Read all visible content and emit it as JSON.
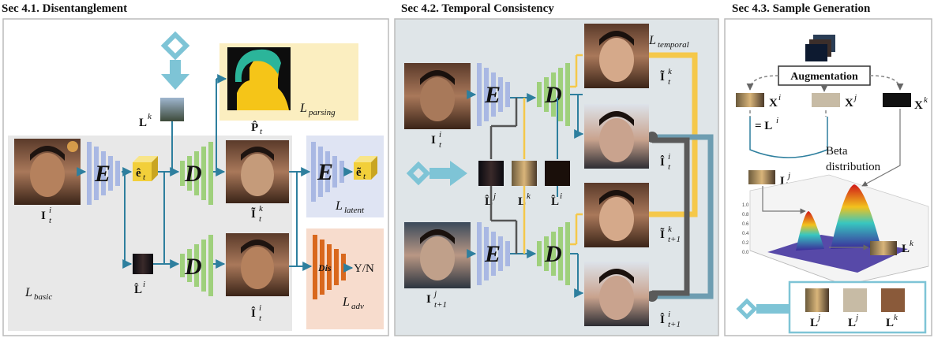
{
  "sections": {
    "s1_title": "Sec 4.1. Disentanglement",
    "s2_title": "Sec 4.2. Temporal Consistency",
    "s3_title": "Sec 4.3. Sample Generation"
  },
  "disentanglement": {
    "encoder": "E",
    "decoder": "D",
    "decoder2": "D",
    "encoder2": "E",
    "dis": "Dis",
    "yn": "Y/N",
    "input": {
      "base": "I",
      "sup": "i",
      "sub": "t"
    },
    "target_light": {
      "base": "L",
      "sup": "k"
    },
    "latent": {
      "base": "ê",
      "sub": "t"
    },
    "latent2": {
      "base": "ẽ",
      "sub": "t"
    },
    "est_light": {
      "base": "L̂",
      "sup": "i"
    },
    "relit": {
      "base": "Ĩ",
      "sup": "k",
      "sub": "t"
    },
    "recon": {
      "base": "Î",
      "sup": "i",
      "sub": "t"
    },
    "parsing_out": {
      "base": "P̂",
      "sub": "t"
    },
    "loss_parsing": {
      "base": "L",
      "sub": "parsing"
    },
    "loss_latent": {
      "base": "L",
      "sub": "latent"
    },
    "loss_basic": {
      "base": "L",
      "sub": "basic"
    },
    "loss_adv": {
      "base": "L",
      "sub": "adv"
    }
  },
  "temporal": {
    "encoder_top": "E",
    "decoder_top": "D",
    "encoder_bot": "E",
    "decoder_bot": "D",
    "in_top": {
      "base": "I",
      "sup": "i",
      "sub": "t"
    },
    "in_bot": {
      "base": "I",
      "sup": "j",
      "sub": "t+1"
    },
    "light_j": {
      "base": "L̂",
      "sup": "j"
    },
    "light_k": {
      "base": "L",
      "sup": "k"
    },
    "light_i": {
      "base": "L̂",
      "sup": "i"
    },
    "out1": {
      "base": "Ĩ",
      "sup": "k",
      "sub": "t"
    },
    "out2": {
      "base": "Î",
      "sup": "i",
      "sub": "t"
    },
    "out3": {
      "base": "Ĩ",
      "sup": "k",
      "sub": "t+1"
    },
    "out4": {
      "base": "Î",
      "sup": "i",
      "sub": "t+1"
    },
    "loss_temporal": {
      "base": "L",
      "sub": "temporal"
    }
  },
  "generation": {
    "augmentation": "Augmentation",
    "xi": {
      "base": "X",
      "sup": "i"
    },
    "xj": {
      "base": "X",
      "sup": "j"
    },
    "xk": {
      "base": "X",
      "sup": "k"
    },
    "eq_li": {
      "base": "= L",
      "sup": "i"
    },
    "beta1": "Beta",
    "beta2": "distribution",
    "lj": {
      "base": "L",
      "sup": "j"
    },
    "lk": {
      "base": "L",
      "sup": "k"
    },
    "bottom": [
      {
        "base": "L",
        "sup": "j"
      },
      {
        "base": "L",
        "sup": "j"
      },
      {
        "base": "L",
        "sup": "k"
      }
    ],
    "plot_yticks": [
      "1.0",
      "0.8",
      "0.6",
      "0.4",
      "0.2",
      "0.0"
    ]
  },
  "colors": {
    "panel_border": "#bbbbbb",
    "arrow_blue": "#2e7f9e",
    "big_arrow": "#7ec4d6",
    "encoder_fill": "#a9b8e3",
    "decoder_fill": "#9fd07c",
    "dis_fill": "#d9681d",
    "parsing_bg": "#fbeec0",
    "latent_bg": "#dfe4f3",
    "adv_bg": "#f7dccd",
    "basic_bg": "#e8e8e8",
    "temporal_bg": "#dfe5e8",
    "yellow_line": "#f5c84a",
    "dark_line": "#5a5a5a",
    "steel_line": "#6e9db1"
  }
}
